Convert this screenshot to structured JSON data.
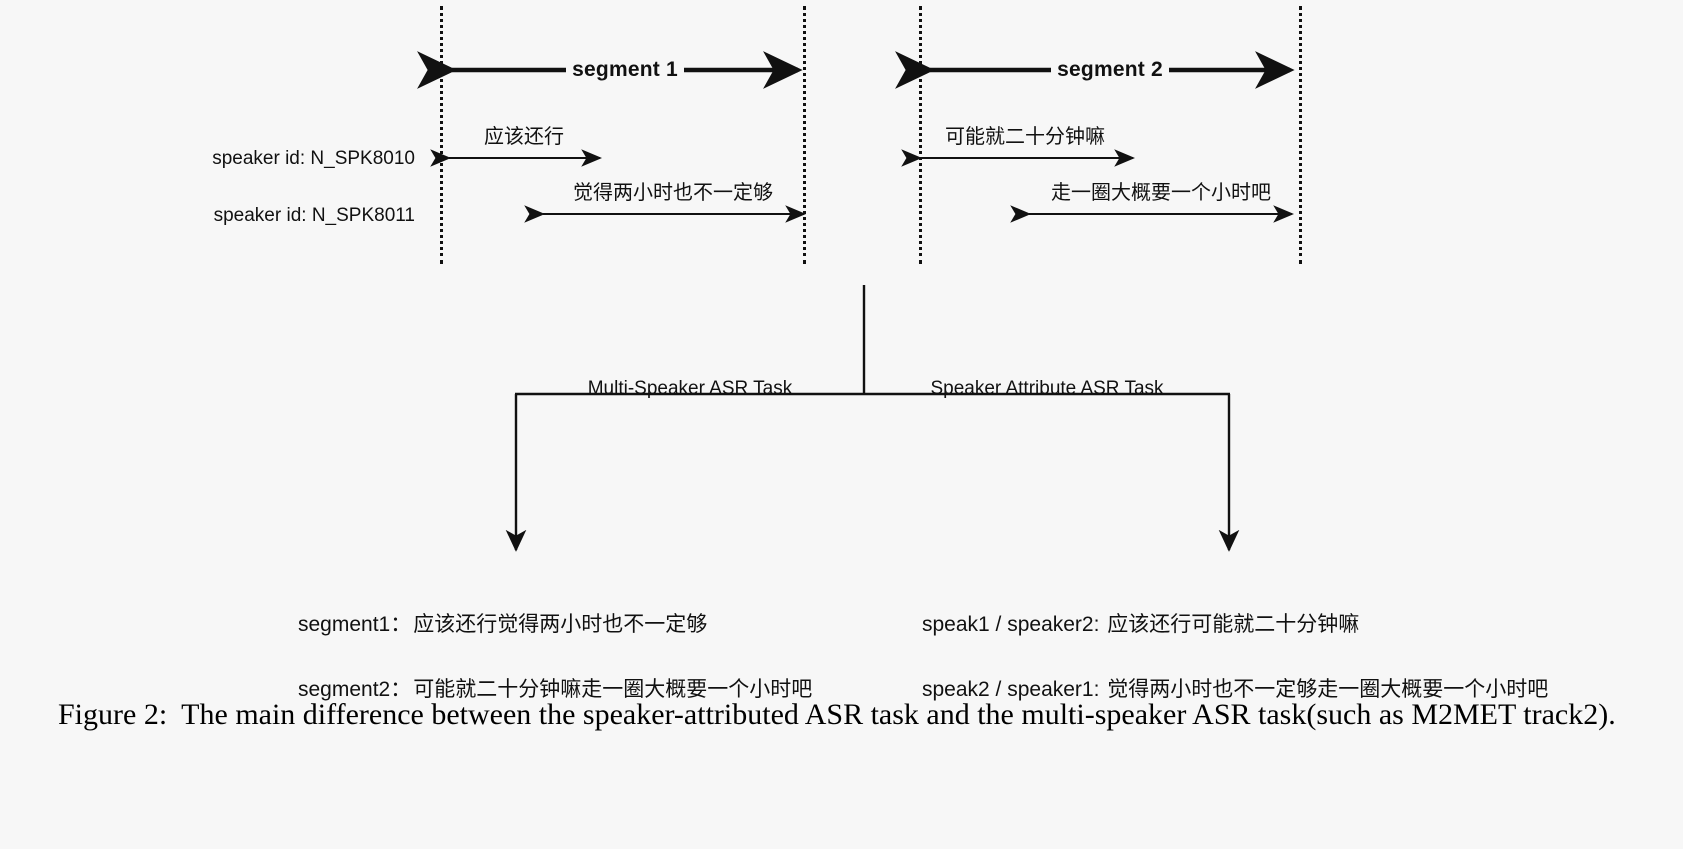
{
  "figure": {
    "segments": [
      {
        "id": "segment-1",
        "title": "segment 1"
      },
      {
        "id": "segment-2",
        "title": "segment 2"
      }
    ],
    "speakers": [
      {
        "id": "spk-1",
        "label": "speaker id: N_SPK8010"
      },
      {
        "id": "spk-2",
        "label": "speaker id: N_SPK8011"
      }
    ],
    "utterances": [
      {
        "id": "utt-1",
        "text": "应该还行",
        "speaker": "speaker id: N_SPK8010",
        "segment": "segment 1"
      },
      {
        "id": "utt-2",
        "text": "觉得两小时也不一定够",
        "speaker": "speaker id: N_SPK8011",
        "segment": "segment 1"
      },
      {
        "id": "utt-3",
        "text": "可能就二十分钟嘛",
        "speaker": "speaker id: N_SPK8010",
        "segment": "segment 2"
      },
      {
        "id": "utt-4",
        "text": "走一圈大概要一个小时吧",
        "speaker": "speaker id: N_SPK8011",
        "segment": "segment 2"
      }
    ],
    "branches": [
      {
        "id": "branch-left",
        "label": "Multi-Speaker ASR Task"
      },
      {
        "id": "branch-right",
        "label": "Speaker Attribute ASR Task"
      }
    ],
    "outputs": {
      "left": [
        {
          "key": "segment1：",
          "value": "应该还行觉得两小时也不一定够"
        },
        {
          "key": "segment2：",
          "value": "可能就二十分钟嘛走一圈大概要一个小时吧"
        }
      ],
      "right": [
        {
          "key": "speak1 / speaker2:",
          "value": "应该还行可能就二十分钟嘛"
        },
        {
          "key": "speak2 / speaker1:",
          "value": "觉得两小时也不一定够走一圈大概要一个小时吧"
        }
      ]
    },
    "colors": {
      "background": "#f7f7f7",
      "ink": "#111111",
      "caption_ink": "#000000"
    }
  },
  "caption": {
    "label": "Figure 2:",
    "text": "The main difference between the speaker-attributed ASR task and the multi-speaker ASR task(such as M2MET track2)."
  }
}
